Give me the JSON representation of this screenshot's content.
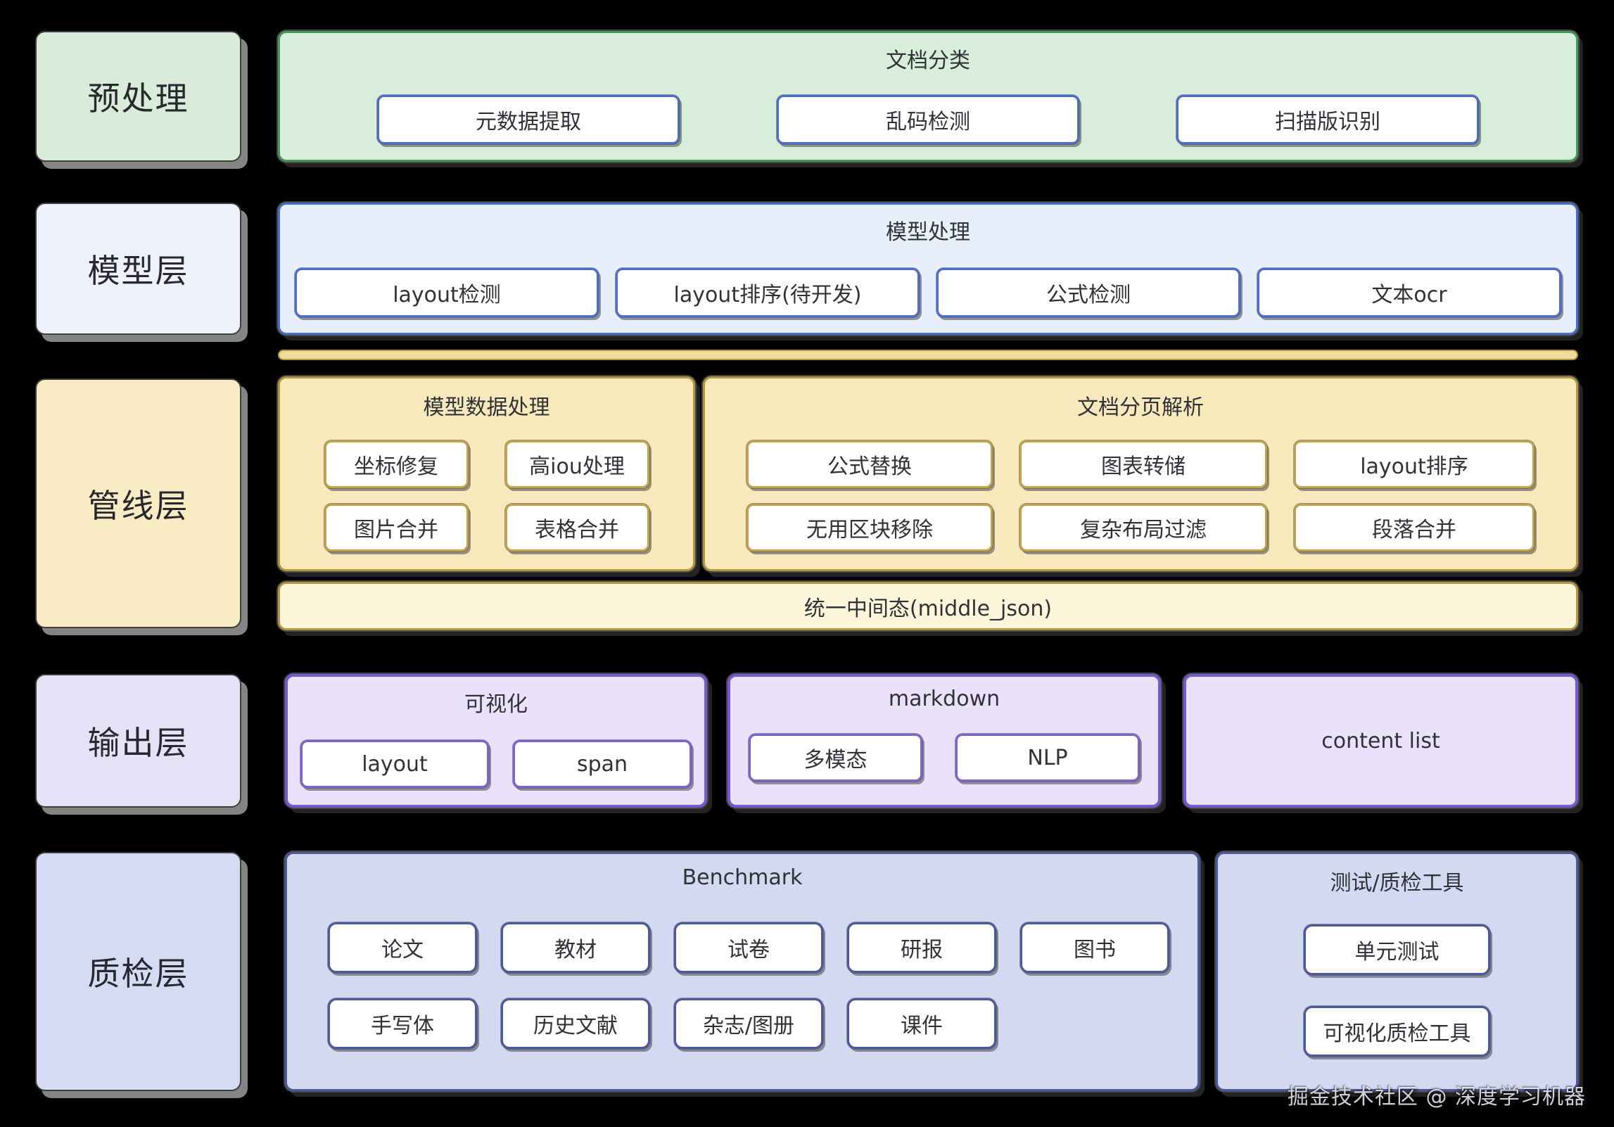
{
  "layers": [
    {
      "label": "预处理",
      "containers": [
        {
          "title": "文档分类",
          "items": [
            "元数据提取",
            "乱码检测",
            "扫描版识别"
          ]
        }
      ]
    },
    {
      "label": "模型层",
      "containers": [
        {
          "title": "模型处理",
          "items": [
            "layout检测",
            "layout排序(待开发)",
            "公式检测",
            "文本ocr"
          ]
        }
      ]
    },
    {
      "label": "管线层",
      "containers": [
        {
          "title": "模型数据处理",
          "items": [
            "坐标修复",
            "高iou处理",
            "图片合并",
            "表格合并"
          ]
        },
        {
          "title": "文档分页解析",
          "items": [
            "公式替换",
            "图表转储",
            "layout排序",
            "无用区块移除",
            "复杂布局过滤",
            "段落合并"
          ]
        }
      ],
      "bar": "统一中间态(middle_json)"
    },
    {
      "label": "输出层",
      "containers": [
        {
          "title": "可视化",
          "items": [
            "layout",
            "span"
          ]
        },
        {
          "title": "markdown",
          "items": [
            "多模态",
            "NLP"
          ]
        },
        {
          "title": "content list",
          "items": []
        }
      ]
    },
    {
      "label": "质检层",
      "containers": [
        {
          "title": "Benchmark",
          "items": [
            "论文",
            "教材",
            "试卷",
            "研报",
            "图书",
            "手写体",
            "历史文献",
            "杂志/图册",
            "课件"
          ]
        },
        {
          "title": "测试/质检工具",
          "items": [
            "单元测试",
            "可视化质检工具"
          ]
        }
      ]
    }
  ],
  "watermark": "掘金技术社区 @ 深度学习机器",
  "colors": {
    "background": "#000000",
    "green_border": "#43995a",
    "green_fill": "#d9eeda",
    "blue_border": "#4a6dd2",
    "blue_fill": "#e9eefb",
    "gold_border": "#b5983d",
    "gold_fill": "#f8e9bd",
    "bar_fill": "#fdf6da",
    "purple_border": "#7659d1",
    "purple_fill": "#e9e2fa",
    "indigo_border": "#4b5a9e",
    "indigo_fill": "#d3d9f1",
    "chip_fill": "#ffffff",
    "text": "#2f3237"
  }
}
